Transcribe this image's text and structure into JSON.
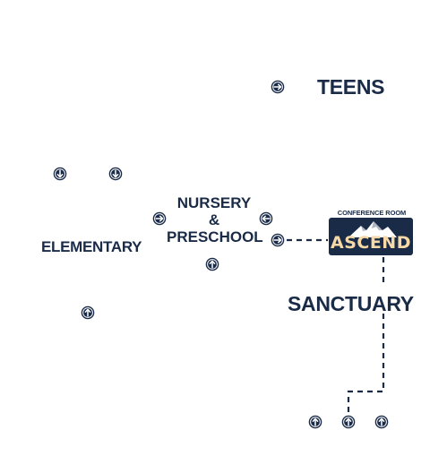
{
  "colors": {
    "navy": "#1a2b48",
    "badge_text": "#f6d9a6",
    "background": "#ffffff"
  },
  "areas": {
    "teens": "TEENS",
    "elementary": "ELEMENTARY",
    "nursery_line1": "NURSERY",
    "nursery_line2": "&",
    "nursery_line3": "PRESCHOOL",
    "sanctuary": "SANCTUARY"
  },
  "conference_room": {
    "label": "CONFERENCE ROOM",
    "name": "ASCEND",
    "logo_icon": "mountain-icon"
  },
  "direction_markers": [
    {
      "name": "teens-arrow-right",
      "icon": "arrow-right-icon"
    },
    {
      "name": "elementary-arrow-down-left",
      "icon": "arrow-down-icon"
    },
    {
      "name": "elementary-arrow-down-right",
      "icon": "arrow-down-icon"
    },
    {
      "name": "nursery-arrow-right-left",
      "icon": "arrow-right-icon"
    },
    {
      "name": "nursery-arrow-left-right",
      "icon": "arrow-left-icon"
    },
    {
      "name": "conference-arrow-right",
      "icon": "arrow-right-icon"
    },
    {
      "name": "nursery-arrow-up",
      "icon": "arrow-up-icon"
    },
    {
      "name": "elementary-arrow-up",
      "icon": "arrow-up-icon"
    },
    {
      "name": "entrance-arrow-up-1",
      "icon": "arrow-up-icon"
    },
    {
      "name": "entrance-arrow-up-2",
      "icon": "arrow-up-icon"
    },
    {
      "name": "entrance-arrow-up-3",
      "icon": "arrow-up-icon"
    }
  ]
}
